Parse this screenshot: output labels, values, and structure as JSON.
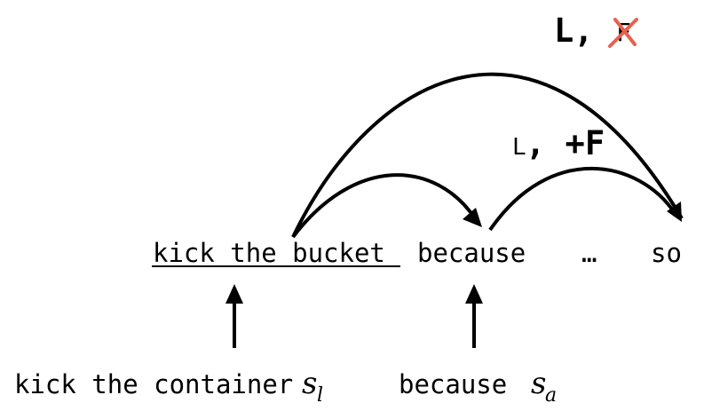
{
  "sentence": {
    "idiom": "kick the bucket",
    "word2": "because",
    "ellipsis": "…",
    "word4": "so"
  },
  "labels": {
    "top_arc": {
      "main": "L,",
      "crossed": "F",
      "cross_color": "#e8604e"
    },
    "mid_arc": {
      "small": "L",
      "main": ", +F"
    }
  },
  "substitutions": {
    "literal": {
      "text": "kick the container",
      "var": "s",
      "sub": "l"
    },
    "alternative": {
      "text": "because",
      "var": "s",
      "sub": "a"
    }
  }
}
